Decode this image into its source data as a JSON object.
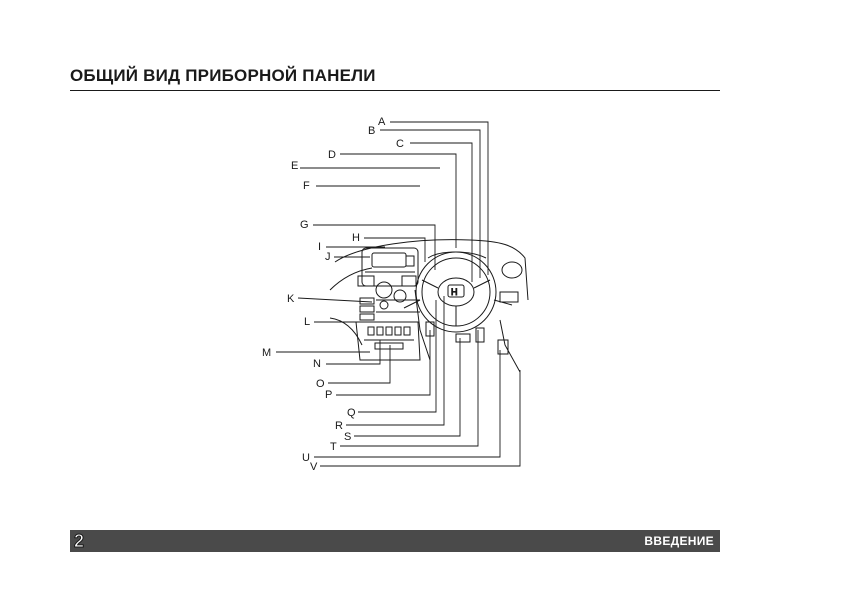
{
  "page": {
    "title": "ОБЩИЙ ВИД ПРИБОРНОЙ ПАНЕЛИ",
    "page_number": "2",
    "section": "ВВЕДЕНИЕ"
  },
  "diagram": {
    "callout_labels": [
      "A",
      "B",
      "C",
      "D",
      "E",
      "F",
      "G",
      "H",
      "I",
      "J",
      "K",
      "L",
      "M",
      "N",
      "O",
      "P",
      "Q",
      "R",
      "S",
      "T",
      "U",
      "V"
    ]
  }
}
